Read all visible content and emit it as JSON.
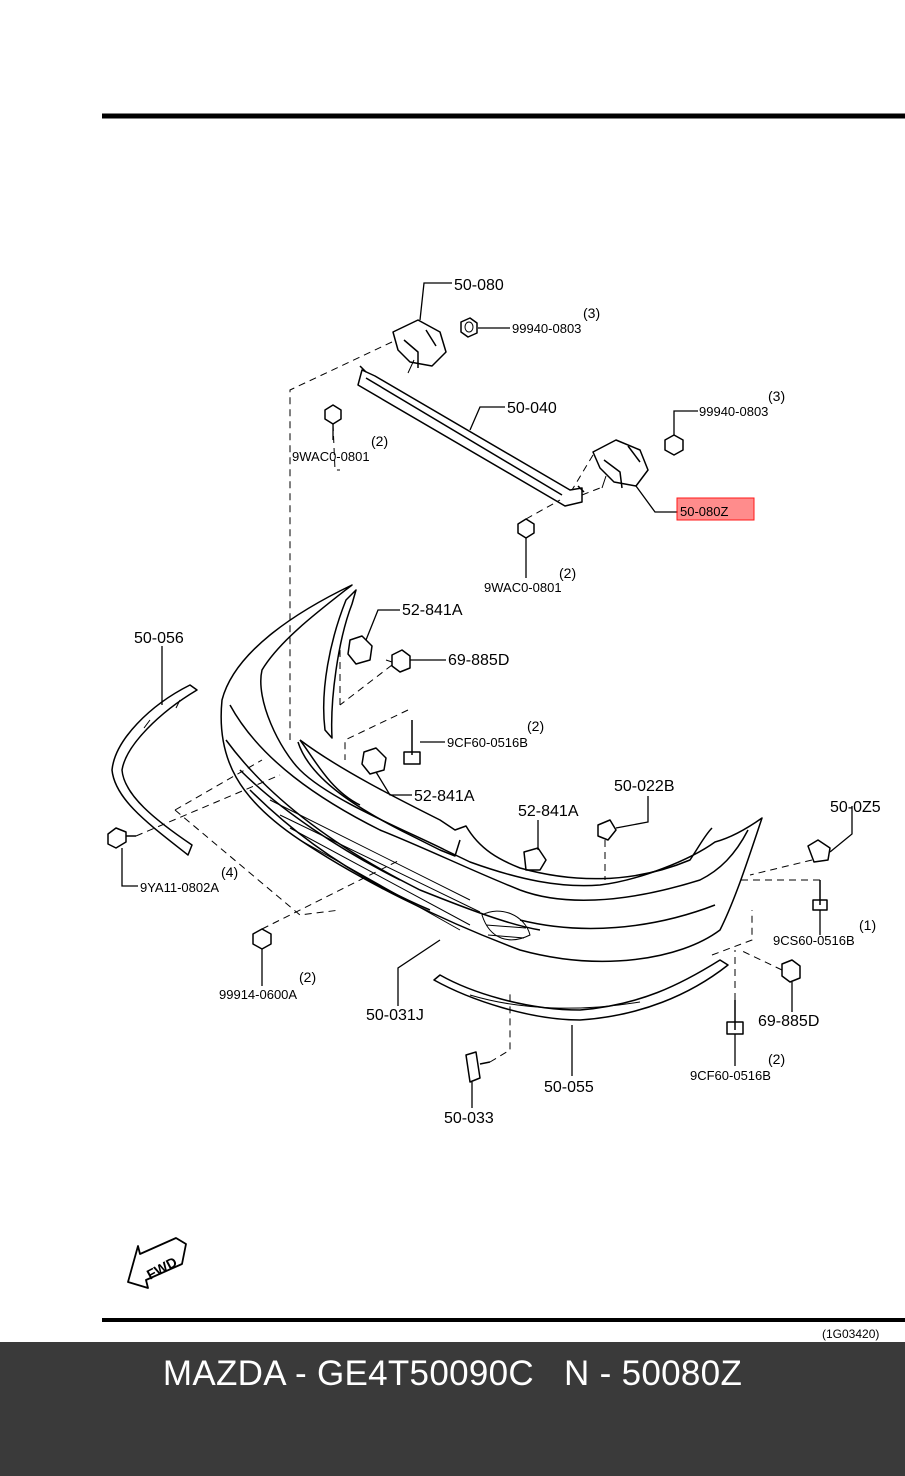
{
  "labels": {
    "p50_080": "50-080",
    "p99940_0803_top": "99940-0803",
    "q3_top": "(3)",
    "p50_040": "50-040",
    "p9wac_a": "9WAC0-0801",
    "q2_wac_a": "(2)",
    "p99940_0803_right": "99940-0803",
    "q3_right": "(3)",
    "p50_080z": "50-080Z",
    "p9wac_b": "9WAC0-0801",
    "q2_wac_b": "(2)",
    "p52_841a_top": "52-841A",
    "p69_885d_top": "69-885D",
    "p50_056": "50-056",
    "p9cf60_top": "9CF60-0516B",
    "q2_cf_top": "(2)",
    "p52_841a_mid": "52-841A",
    "p50_022b": "50-022B",
    "p52_841a_low": "52-841A",
    "p50_0z5": "50-0Z5",
    "p9ya11": "9YA11-0802A",
    "q4_ya": "(4)",
    "p9cs60": "9CS60-0516B",
    "q1_cs": "(1)",
    "p99914": "99914-0600A",
    "q2_999": "(2)",
    "p50_031j": "50-031J",
    "p69_885d_low": "69-885D",
    "p9cf60_low": "9CF60-0516B",
    "q2_cf_low": "(2)",
    "p50_055": "50-055",
    "p50_033": "50-033",
    "fwd": "FWD",
    "ref": "(1G03420)"
  },
  "highlight": {
    "part": "50-080Z",
    "color": "#ff8080"
  },
  "footer": {
    "text": "MAZDA - GE4T50090C   N - 50080Z",
    "background": "#3a3a3a"
  }
}
